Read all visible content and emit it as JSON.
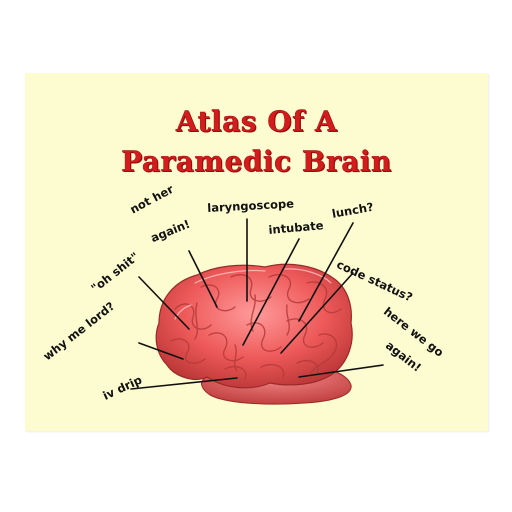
{
  "title": {
    "line1": "Atlas Of A",
    "line2": "Paramedic Brain",
    "color": "#d41c1c"
  },
  "labels": {
    "not_her": "not her",
    "again": "again!",
    "laryngoscope": "laryngoscope",
    "intubate": "intubate",
    "lunch": "lunch?",
    "oh_shit": "\"oh shit\"",
    "code_status": "code status?",
    "why_me_lord": "why me lord?",
    "here_we_go": "here we go",
    "again2": "again!",
    "iv_drip": "iv drip"
  },
  "colors": {
    "background": "#fdfbd0",
    "brain": "#ee5a5a",
    "pointer_lines": "#111111"
  }
}
